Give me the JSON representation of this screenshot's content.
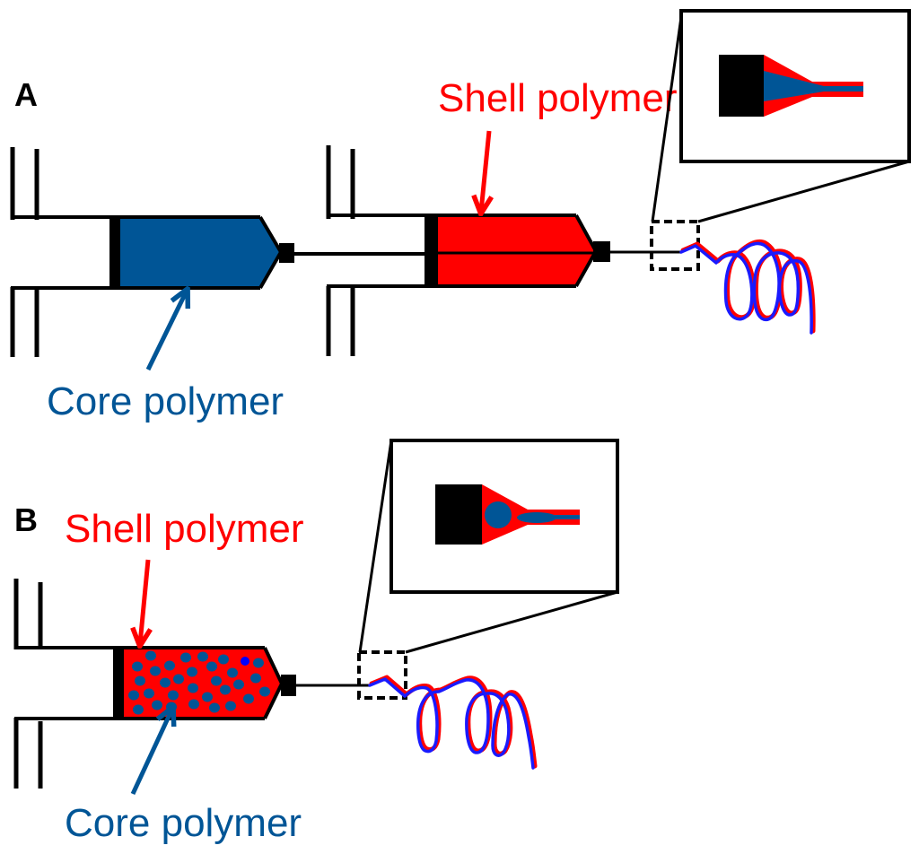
{
  "colors": {
    "core": "#005596",
    "shell": "#ff0000",
    "outline": "#000000",
    "fiber_outer": "#ff0000",
    "fiber_inner": "#1a1aff",
    "dot_highlight": "#0000ff"
  },
  "panels": [
    {
      "letter": "A",
      "mode": "coaxial",
      "shell_label": "Shell polymer",
      "core_label": "Core polymer",
      "inset_core_shape": "cone"
    },
    {
      "letter": "B",
      "mode": "emulsion",
      "shell_label": "Shell polymer",
      "core_label": "Core polymer",
      "inset_core_shape": "droplet"
    }
  ]
}
